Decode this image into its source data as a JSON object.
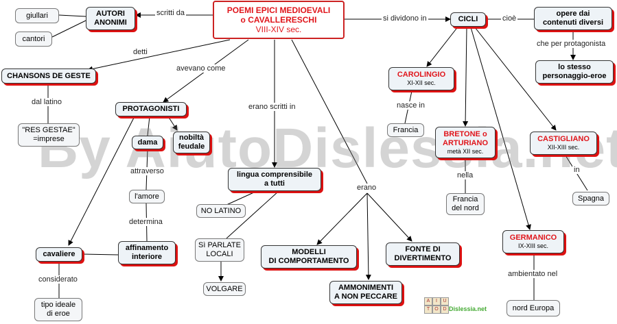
{
  "watermark": "By AiutoDislessia.net",
  "logo": {
    "letters": [
      "A",
      "I",
      "U",
      "T",
      "O",
      "D"
    ],
    "text": "Dislessia.net"
  },
  "nodes": {
    "root": {
      "line1": "POEMI EPICI MEDIOEVALI",
      "line2": "o CAVALLERESCHI",
      "line3": "VIII-XIV sec."
    },
    "autori": {
      "line1": "AUTORI",
      "line2": "ANONIMI"
    },
    "giullari": "giullari",
    "cantori": "cantori",
    "chansons": "CHANSONS DE GESTE",
    "res": {
      "line1": "\"RES GESTAE\"",
      "line2": "=imprese"
    },
    "protagonisti": "PROTAGONISTI",
    "nobilta": {
      "line1": "nobiltà",
      "line2": "feudale"
    },
    "dama": "dama",
    "amore": "l'amore",
    "affinamento": {
      "line1": "affinamento",
      "line2": "interiore"
    },
    "cavaliere": "cavaliere",
    "tipo": {
      "line1": "tipo ideale",
      "line2": "di eroe"
    },
    "lingua": {
      "line1": "lingua comprensibile",
      "line2": "a tutti"
    },
    "nolatino": "NO LATINO",
    "siparlate": {
      "line1": "Sì PARLATE",
      "line2": "LOCALI"
    },
    "volgare": "VOLGARE",
    "modelli": {
      "line1": "MODELLI",
      "line2": "DI COMPORTAMENTO"
    },
    "fonte": {
      "line1": "FONTE DI",
      "line2": "DIVERTIMENTO"
    },
    "ammonimenti": {
      "line1": "AMMONIMENTI",
      "line2": "A NON PECCARE"
    },
    "cicli": "CICLI",
    "opere": {
      "line1": "opere dai",
      "line2": "contenuti diversi"
    },
    "stesso": {
      "line1": "lo stesso",
      "line2": "personaggio-eroe"
    },
    "carolingio": {
      "line1": "CAROLINGIO",
      "line2": "XI-XII sec."
    },
    "francia": "Francia",
    "bretone": {
      "line1": "BRETONE o",
      "line2": "ARTURIANO",
      "line3": "metà XII sec."
    },
    "francianord": {
      "line1": "Francia",
      "line2": "del nord"
    },
    "castigliano": {
      "line1": "CASTIGLIANO",
      "line2": "XII-XIII sec."
    },
    "spagna": "Spagna",
    "germanico": {
      "line1": "GERMANICO",
      "line2": "IX-XIII sec."
    },
    "nordeuropa": "nord Europa"
  },
  "labels": {
    "scritti_da": "scritti da",
    "si_dividono_in": "si dividono in",
    "cioe": "cioè",
    "che_per_protagonista": "che per protagonista",
    "detti": "detti",
    "avevano_come": "avevano come",
    "erano_scritti_in": "erano scritti in",
    "dal_latino": "dal latino",
    "attraverso": "attraverso",
    "determina": "determina",
    "considerato": "considerato",
    "erano": "erano",
    "nasce_in": "nasce in",
    "nella": "nella",
    "in": "in",
    "ambientato_nel": "ambientato nel"
  }
}
